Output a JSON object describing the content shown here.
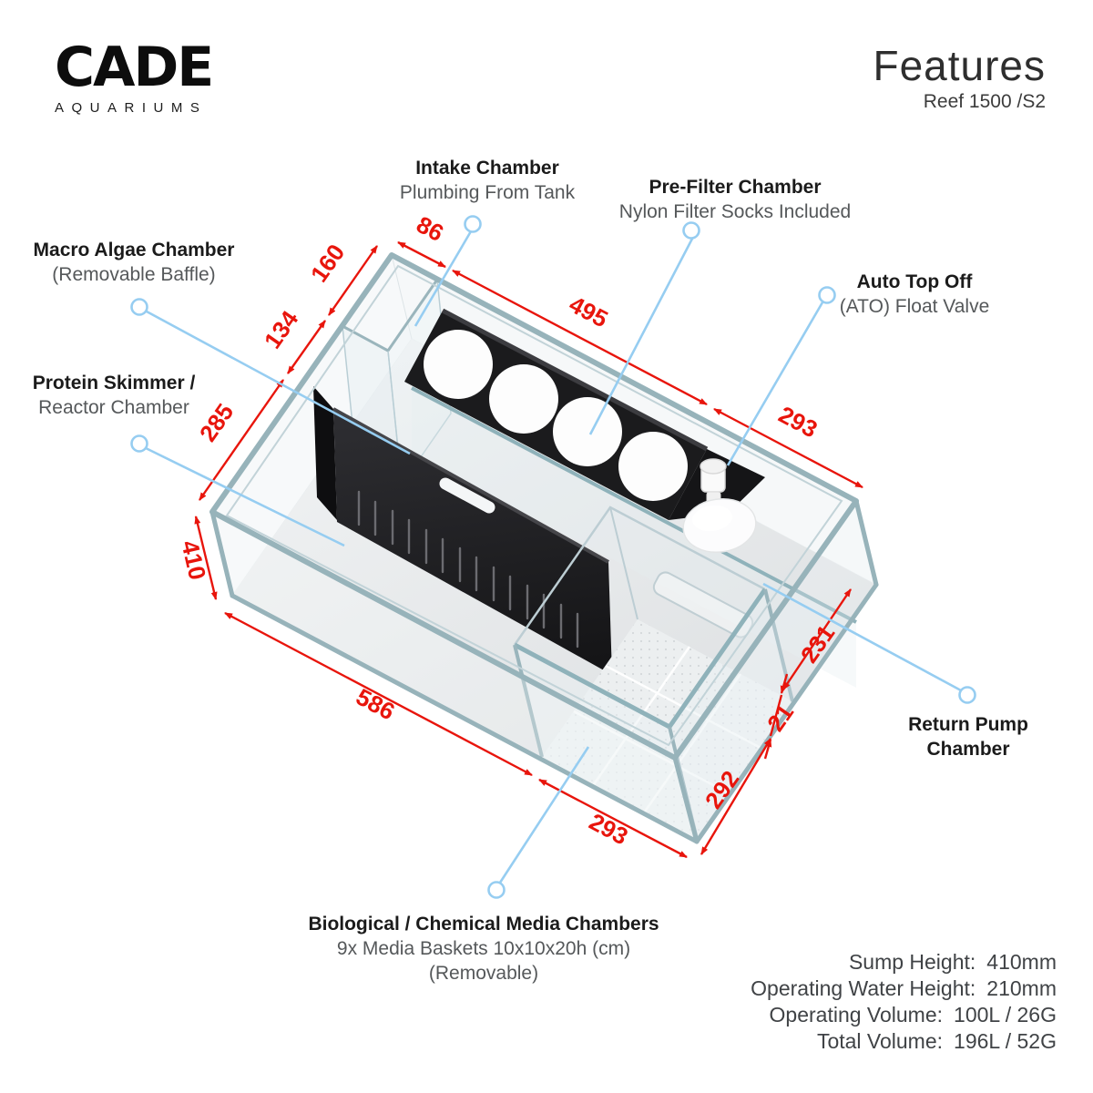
{
  "brand": {
    "logo": "CADE",
    "sub": "AQUARIUMS"
  },
  "header": {
    "title": "Features",
    "model": "Reef 1500 /S2"
  },
  "callouts": {
    "intake": {
      "title": "Intake Chamber",
      "sub": "Plumbing From Tank"
    },
    "prefilter": {
      "title": "Pre-Filter Chamber",
      "sub": "Nylon Filter Socks Included"
    },
    "macro": {
      "title": "Macro Algae Chamber",
      "sub": "(Removable Baffle)"
    },
    "ato": {
      "title": "Auto Top Off",
      "sub": "(ATO) Float Valve"
    },
    "skimmer": {
      "title": "Protein Skimmer /",
      "sub": "Reactor Chamber"
    },
    "return": {
      "title": "Return Pump",
      "title2": "Chamber"
    },
    "bio": {
      "title": "Biological / Chemical Media Chambers",
      "sub1": "9x Media Baskets 10x10x20h (cm)",
      "sub2": "(Removable)"
    }
  },
  "dimensions_mm": {
    "d86": "86",
    "d160": "160",
    "d134": "134",
    "d285": "285",
    "d410": "410",
    "d586": "586",
    "d293_bottom": "293",
    "d292": "292",
    "d21": "21",
    "d231": "231",
    "d293_top": "293",
    "d495": "495"
  },
  "specs": [
    {
      "label": "Sump Height:",
      "value": "410mm"
    },
    {
      "label": "Operating Water Height:",
      "value": "210mm"
    },
    {
      "label": "Operating Volume:",
      "value": "100L / 26G"
    },
    {
      "label": "Total Volume:",
      "value": "196L / 52G"
    }
  ],
  "colors": {
    "dimension_red": "#e8150c",
    "leader_blue": "#96cdf1",
    "glass_edge": "#97b3ba",
    "panel_black": "#1b1b1d"
  }
}
